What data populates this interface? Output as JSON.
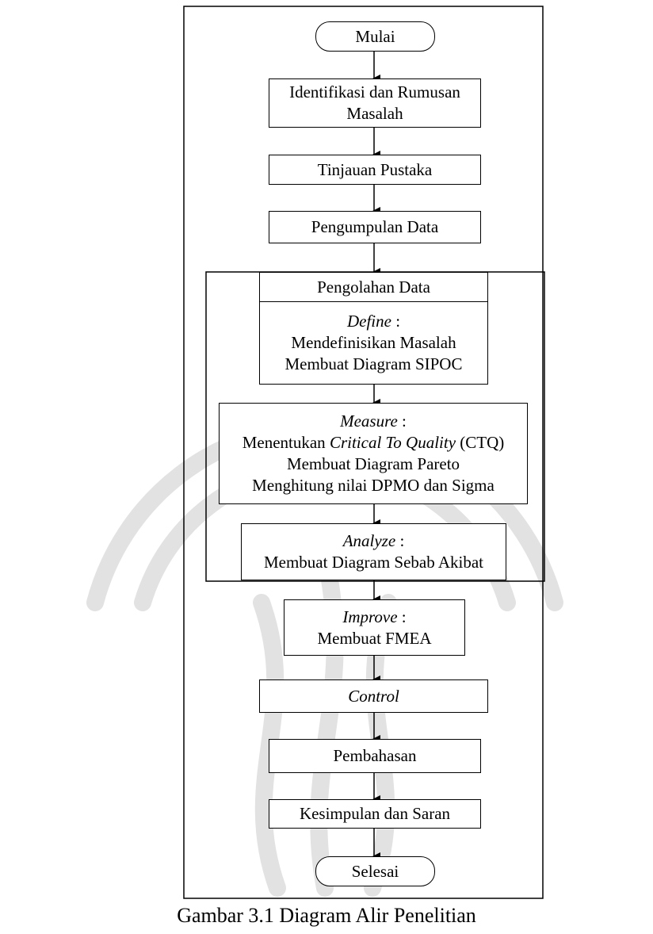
{
  "flowchart": {
    "start": "Mulai",
    "identifikasi": [
      "Identifikasi dan Rumusan",
      "Masalah"
    ],
    "tinjauan": "Tinjauan Pustaka",
    "pengumpulan": "Pengumpulan Data",
    "pengolahan": "Pengolahan Data",
    "define": {
      "title": "Define",
      "sep": " :",
      "lines": [
        "Mendefinisikan Masalah",
        "Membuat Diagram SIPOC"
      ]
    },
    "measure": {
      "title": "Measure",
      "sep": " :",
      "line1_prefix": "Menentukan ",
      "line1_italic": "Critical To Quality",
      "line1_suffix": " (CTQ)",
      "lines": [
        "Membuat Diagram Pareto",
        "Menghitung nilai DPMO dan Sigma"
      ]
    },
    "analyze": {
      "title": "Analyze",
      "sep": " :",
      "lines": [
        "Membuat Diagram Sebab Akibat"
      ]
    },
    "improve": {
      "title": "Improve",
      "sep": " :",
      "lines": [
        "Membuat FMEA"
      ]
    },
    "control": "Control",
    "pembahasan": "Pembahasan",
    "kesimpulan": "Kesimpulan dan Saran",
    "end": "Selesai"
  },
  "caption": "Gambar 3.1 Diagram Alir Penelitian",
  "colors": {
    "line": "#000000",
    "watermark": "#e0e0e0"
  }
}
